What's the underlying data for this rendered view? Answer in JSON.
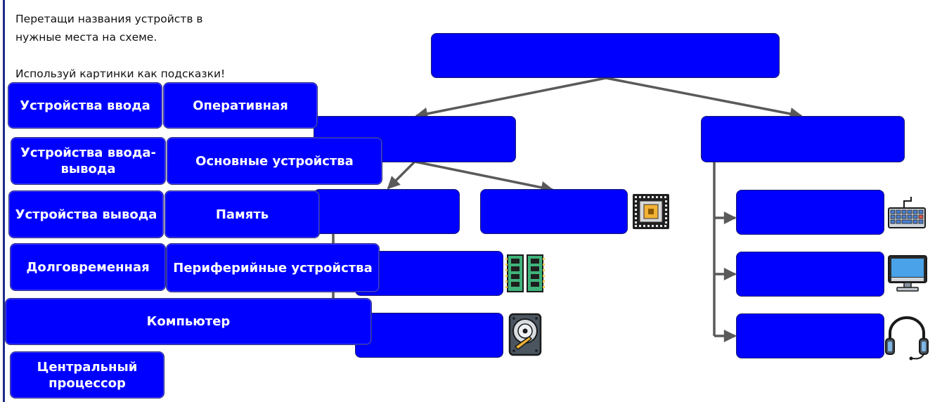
{
  "instructions": {
    "line1": "Перетащи названия устройств в",
    "line2": "нужные места на схеме.",
    "line3": "Используй картинки как подсказки!"
  },
  "labels": {
    "input_devices": "Устройства ввода",
    "ram": "Оперативная",
    "io_devices": "Устройства ввода-вывода",
    "main_devices": "Основные устройства",
    "output_devices": "Устройства вывода",
    "memory": "Память",
    "long_term": "Долговременная",
    "peripheral": "Периферийные устройства",
    "computer": "Компьютер",
    "cpu": "Центральный процессор"
  },
  "icons": [
    "cpu-chip-icon",
    "ram-module-icon",
    "hard-drive-icon",
    "keyboard-icon",
    "monitor-icon",
    "headset-icon"
  ],
  "colors": {
    "tile_fill": "#0000ff",
    "arrow": "#5a5a5a",
    "frame": "#1d2a8a"
  }
}
